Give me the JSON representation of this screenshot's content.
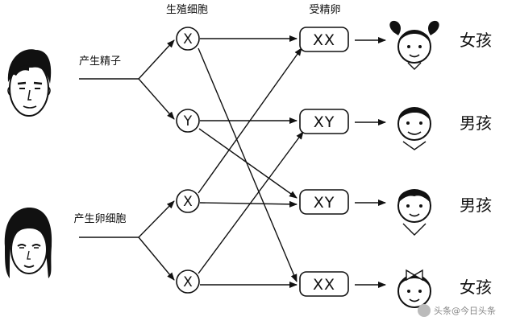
{
  "headers": {
    "gametes": "生殖细胞",
    "zygotes": "受精卵"
  },
  "parents": {
    "father_label": "产生精子",
    "mother_label": "产生卵细胞"
  },
  "gametes": {
    "sperm_x": "X",
    "sperm_y": "Y",
    "egg_1": "X",
    "egg_2": "X"
  },
  "zygotes": [
    {
      "genotype": "XX",
      "outcome": "女孩"
    },
    {
      "genotype": "XY",
      "outcome": "男孩"
    },
    {
      "genotype": "XY",
      "outcome": "男孩"
    },
    {
      "genotype": "XX",
      "outcome": "女孩"
    }
  ],
  "watermark": "头条@今日头条"
}
